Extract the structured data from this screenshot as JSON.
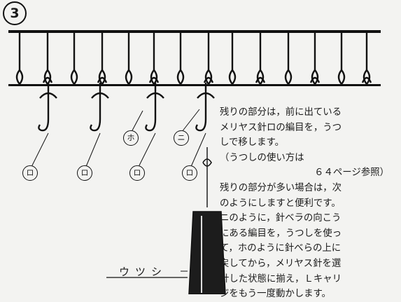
{
  "step_number": "3",
  "needle_labels": {
    "ro": "ロ",
    "ho": "ホ",
    "ni": "ニ"
  },
  "tool_label": "ウツシ",
  "instructions": {
    "line1": "残りの部分は，前に出ている",
    "line2": "メリヤス針ロの編目を，うつ",
    "line3": "しで移します。",
    "line4": "（うつしの使い方は",
    "line5": "６４ページ参照）",
    "line6": "残りの部分が多い場合は，次",
    "line7": "のようにしますと便利です。",
    "line8": "ニのように，針ベラの向こう",
    "line9": "にある編目を，うつしを使っ",
    "line10": "て，ホのように針べらの上に",
    "line11": "戻してから，メリヤス針を選",
    "line12": "針した状態に揃え，Ｌキャリ",
    "line13": "ジをもう一度動かします。"
  }
}
